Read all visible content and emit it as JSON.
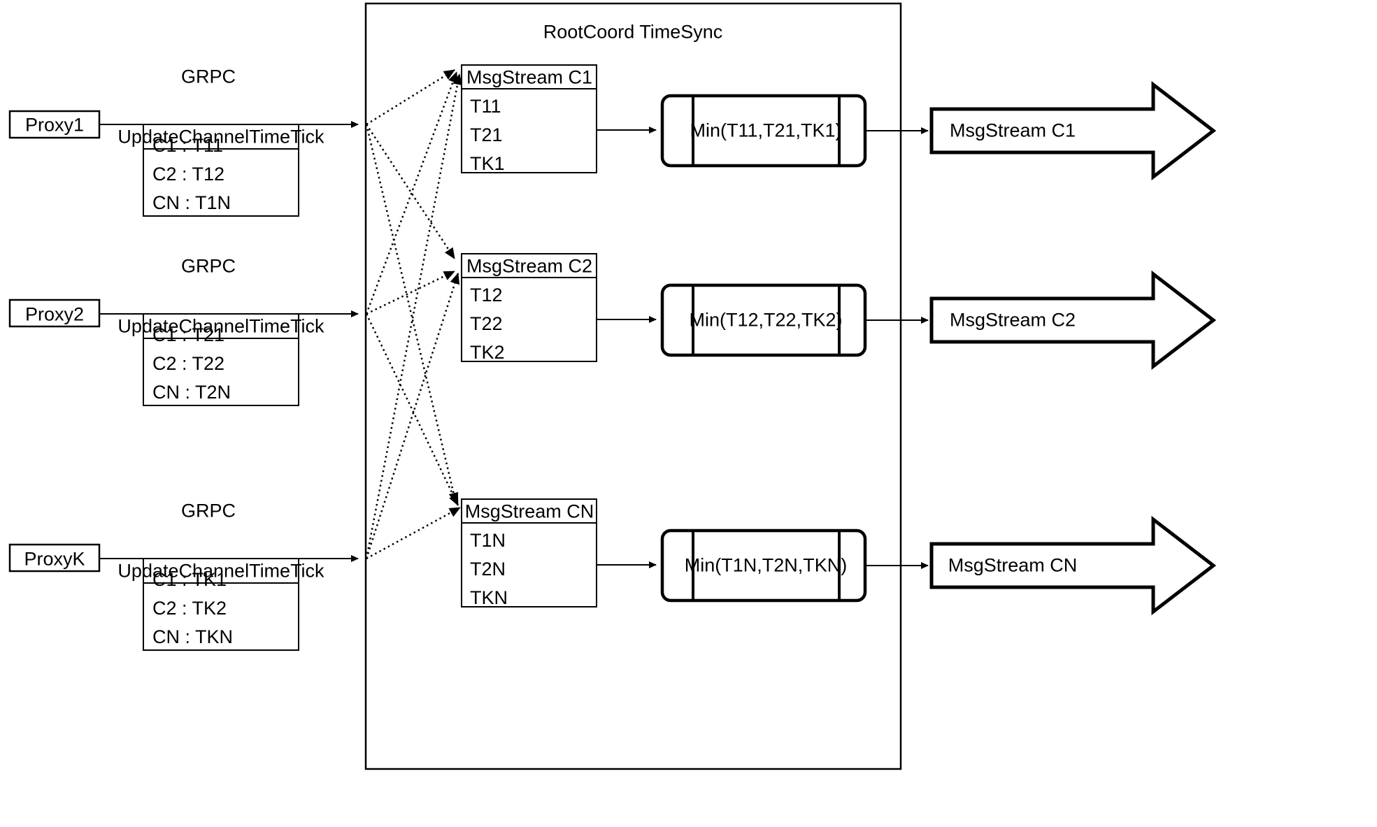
{
  "diagram": {
    "title": "RootCoord TimeSync",
    "container_label": "RootCoord TimeSync"
  },
  "proxies": [
    {
      "name": "Proxy1",
      "protocol_label": "GRPC",
      "rpc_header": "UpdateChannelTimeTick",
      "rows": [
        "C1 :  T11",
        "C2 :  T12",
        "CN : T1N"
      ]
    },
    {
      "name": "Proxy2",
      "protocol_label": "GRPC",
      "rpc_header": "UpdateChannelTimeTick",
      "rows": [
        "C1 :  T21",
        "C2 :  T22",
        "CN : T2N"
      ]
    },
    {
      "name": "ProxyK",
      "protocol_label": "GRPC",
      "rpc_header": "UpdateChannelTimeTick",
      "rows": [
        "C1 :  TK1",
        "C2 :  TK2",
        "CN : TKN"
      ]
    }
  ],
  "msgstreams": [
    {
      "header": "MsgStream C1",
      "rows": [
        "T11",
        "T21",
        "TK1"
      ],
      "min_label": "Min(T11,T21,TK1)",
      "output_label": "MsgStream C1"
    },
    {
      "header": "MsgStream C2",
      "rows": [
        "T12",
        "T22",
        "TK2"
      ],
      "min_label": "Min(T12,T22,TK2)",
      "output_label": "MsgStream C2"
    },
    {
      "header": "MsgStream CN",
      "rows": [
        "T1N",
        "T2N",
        "TKN"
      ],
      "min_label": "Min(T1N,T2N,TKN)",
      "output_label": "MsgStream CN"
    }
  ],
  "colors": {
    "stroke": "#000000",
    "background": "#ffffff"
  }
}
